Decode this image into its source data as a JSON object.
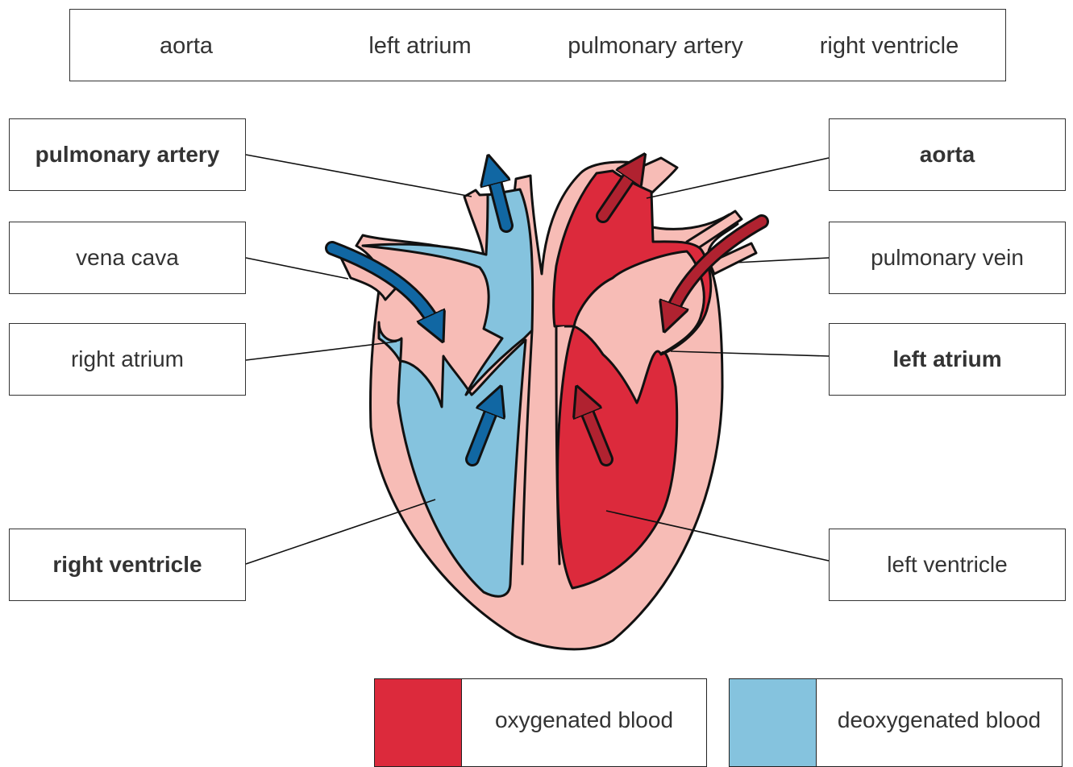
{
  "word_bank": [
    "aorta",
    "left atrium",
    "pulmonary artery",
    "right ventricle"
  ],
  "labels": {
    "pulmonary_artery": "pulmonary artery",
    "vena_cava": "vena cava",
    "right_atrium": "right atrium",
    "right_ventricle": "right ventricle",
    "aorta": "aorta",
    "pulmonary_vein": "pulmonary vein",
    "left_atrium": "left atrium",
    "left_ventricle": "left ventricle"
  },
  "legend": {
    "oxygenated": "oxygenated blood",
    "deoxygenated": "deoxygenated blood"
  },
  "colors": {
    "oxygenated": "#dc2a3c",
    "deoxygenated": "#85c3de",
    "muscle": "#f7bcb6",
    "blue_arrow": "#1167a3",
    "red_arrow": "#b02230"
  }
}
